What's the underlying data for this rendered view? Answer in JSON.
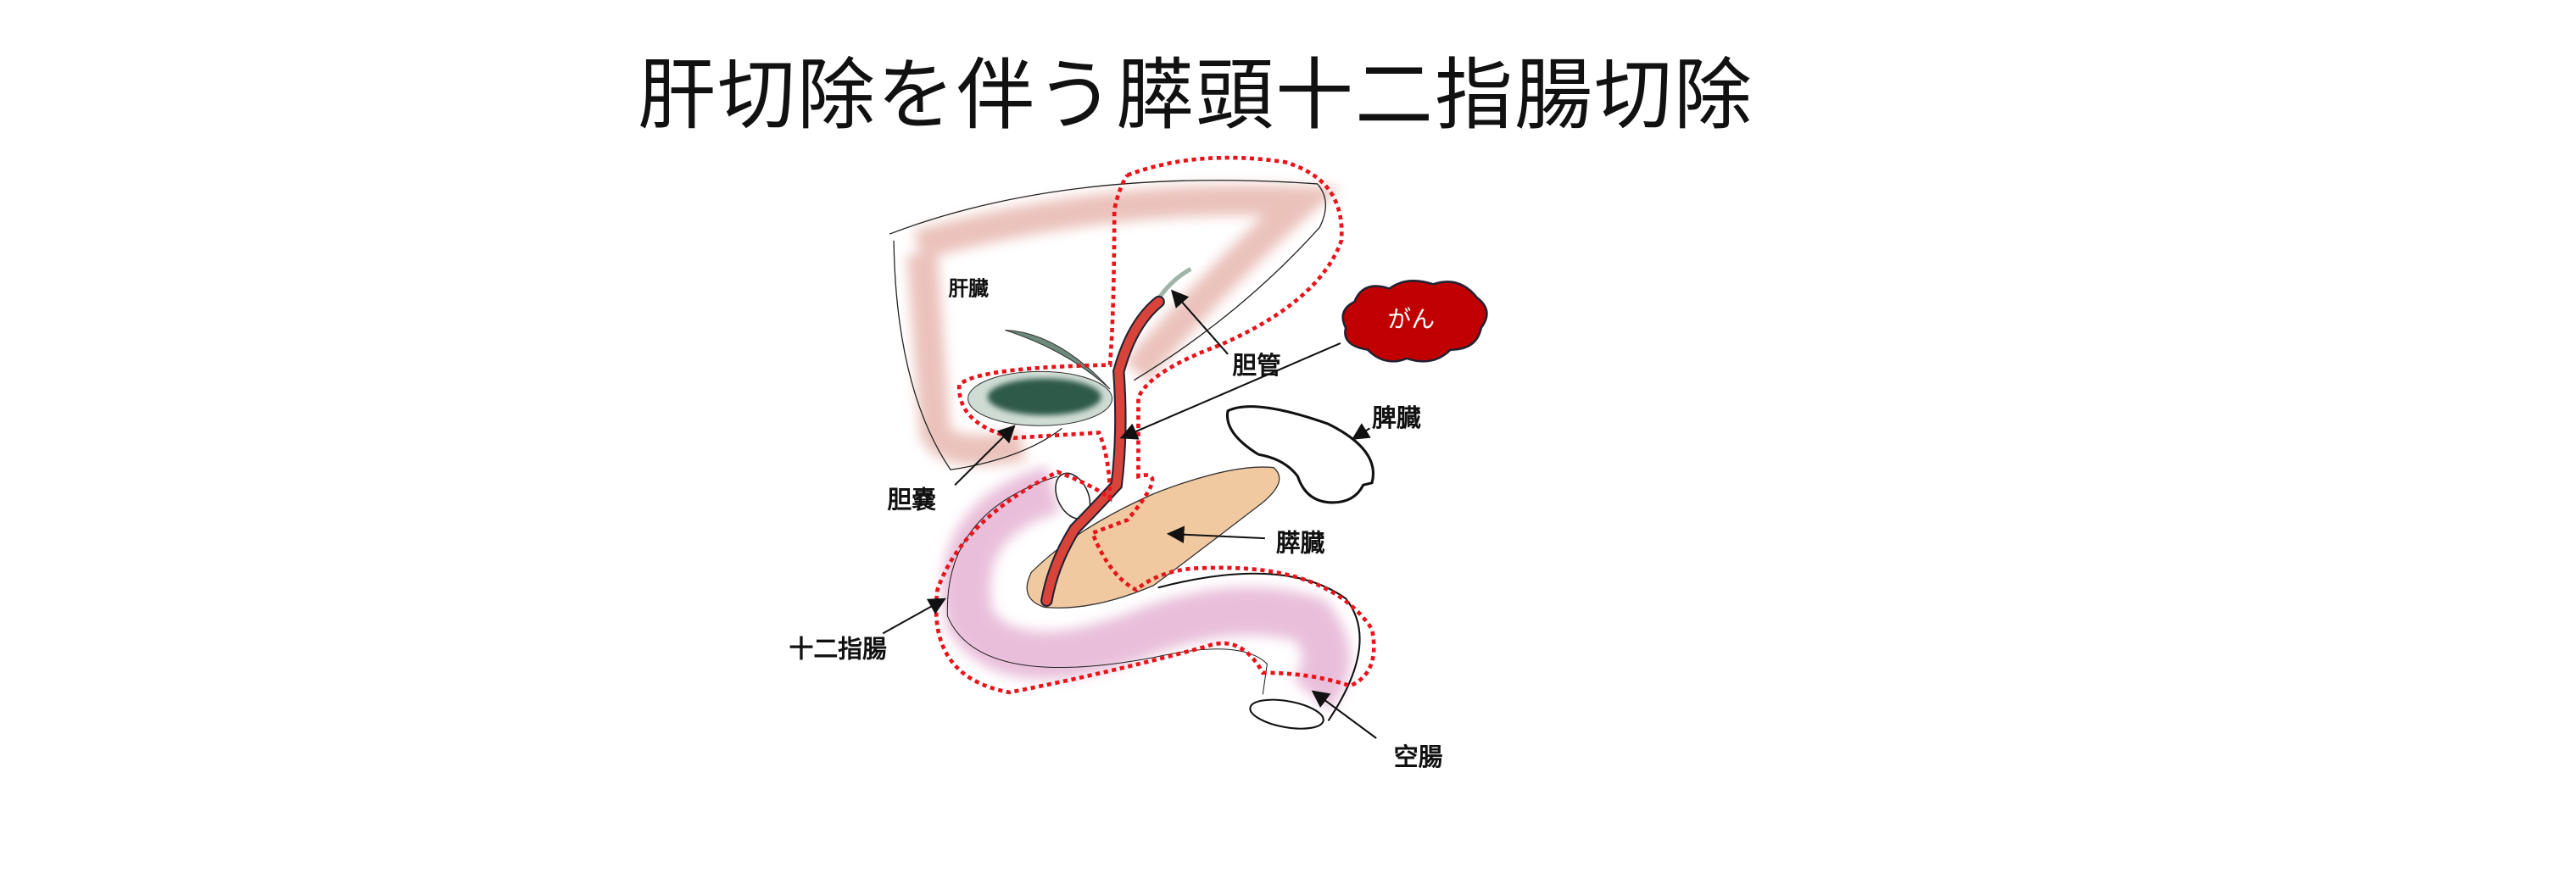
{
  "title": "肝切除を伴う膵頭十二指腸切除",
  "labels": {
    "liver": "肝臓",
    "bile_duct": "胆管",
    "cancer": "がん",
    "spleen": "脾臓",
    "gallbladder": "胆嚢",
    "pancreas": "膵臓",
    "duodenum": "十二指腸",
    "jejunum": "空腸"
  },
  "colors": {
    "resection_line": "#e8141a",
    "cancer": "#c00000",
    "bile_duct": "#d9443a",
    "gallbladder": "#2f5a48",
    "pancreas": "#f0c9a0",
    "duodenum": "#e7b8d6",
    "liver": "#e6b3aa"
  }
}
